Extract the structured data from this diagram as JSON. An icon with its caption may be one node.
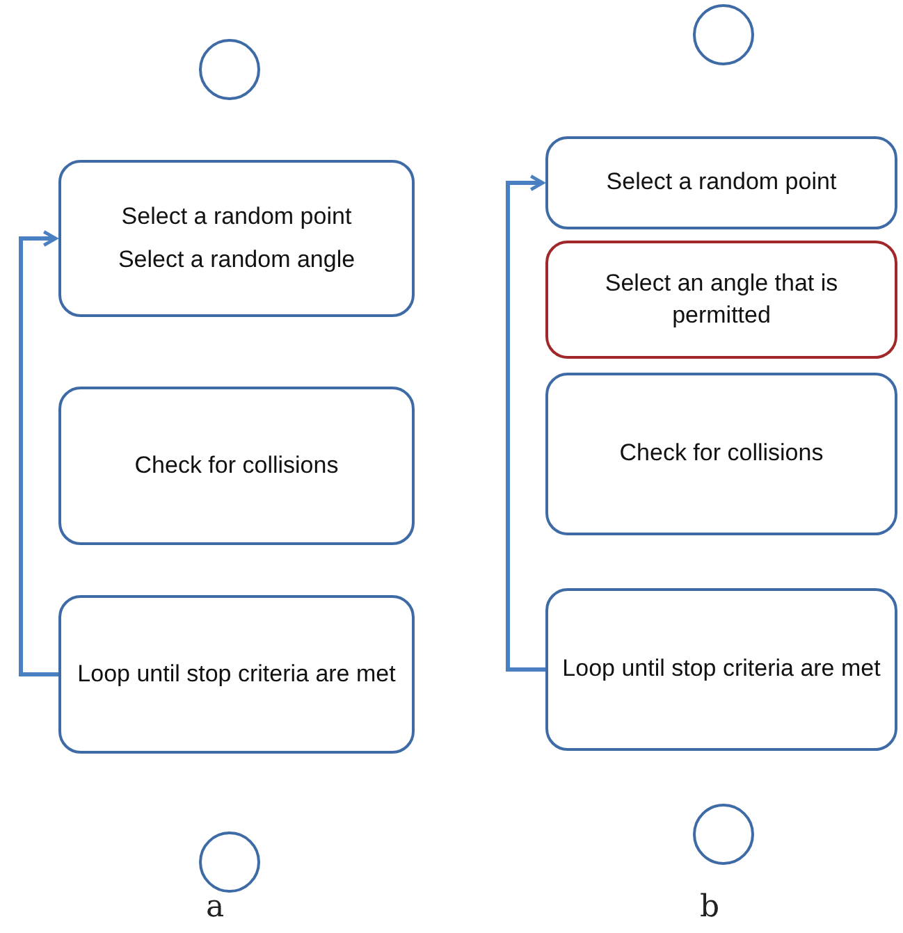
{
  "diagram": {
    "nodes": [
      {
        "text": [],
        "shape": "circle"
      },
      {
        "text": [
          "Select a random point",
          "Select a random angle"
        ]
      },
      {
        "text": [
          "Check for collisions"
        ]
      },
      {
        "text": [
          "Loop until stop criteria are met"
        ]
      },
      {
        "text": [],
        "shape": "circle"
      },
      {
        "text": [],
        "shape": "circle"
      },
      {
        "text": [
          "Select a random point"
        ]
      },
      {
        "text": [
          "Select an angle that is permitted"
        ]
      },
      {
        "text": [
          "Check for collisions"
        ]
      },
      {
        "text": [
          "Loop until stop criteria are met"
        ]
      },
      {
        "text": [],
        "shape": "circle"
      }
    ],
    "edges": [
      {
        "from": 3,
        "to": 1,
        "arrow": "to"
      },
      {
        "from": 9,
        "to": 6,
        "arrow": "to"
      }
    ],
    "labels": [
      "a",
      "b"
    ]
  }
}
